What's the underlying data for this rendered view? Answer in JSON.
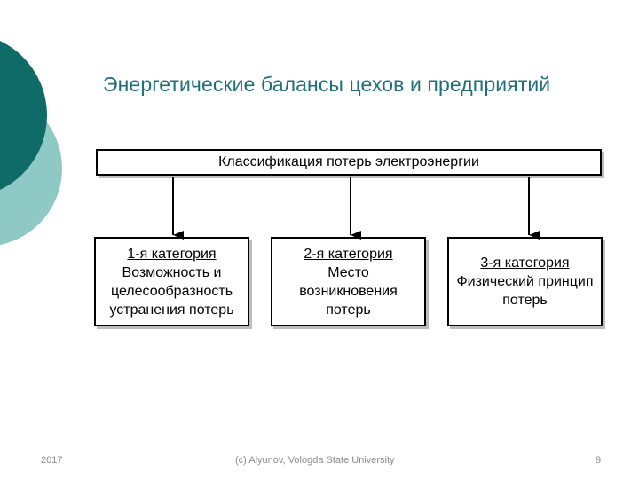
{
  "colors": {
    "accent_dark": "#0f6b68",
    "accent_light": "#8ec9c5",
    "title": "#1f6f7a",
    "footer": "#8c8c8c"
  },
  "slide": {
    "title": "Энергетические балансы цехов и предприятий"
  },
  "diagram": {
    "root": "Классификация потерь электроэнергии",
    "categories": [
      {
        "heading": "1-я категория",
        "lines": [
          "Возможность и",
          "целесообразность",
          "устранения потерь"
        ]
      },
      {
        "heading": "2-я категория",
        "lines": [
          "Место",
          "возникновения",
          "потерь"
        ]
      },
      {
        "heading": "3-я категория",
        "lines": [
          "Физический принцип",
          "потерь"
        ]
      }
    ]
  },
  "footer": {
    "year": "2017",
    "credit": "(c) Alyunov, Vologda State University",
    "page": "9"
  }
}
